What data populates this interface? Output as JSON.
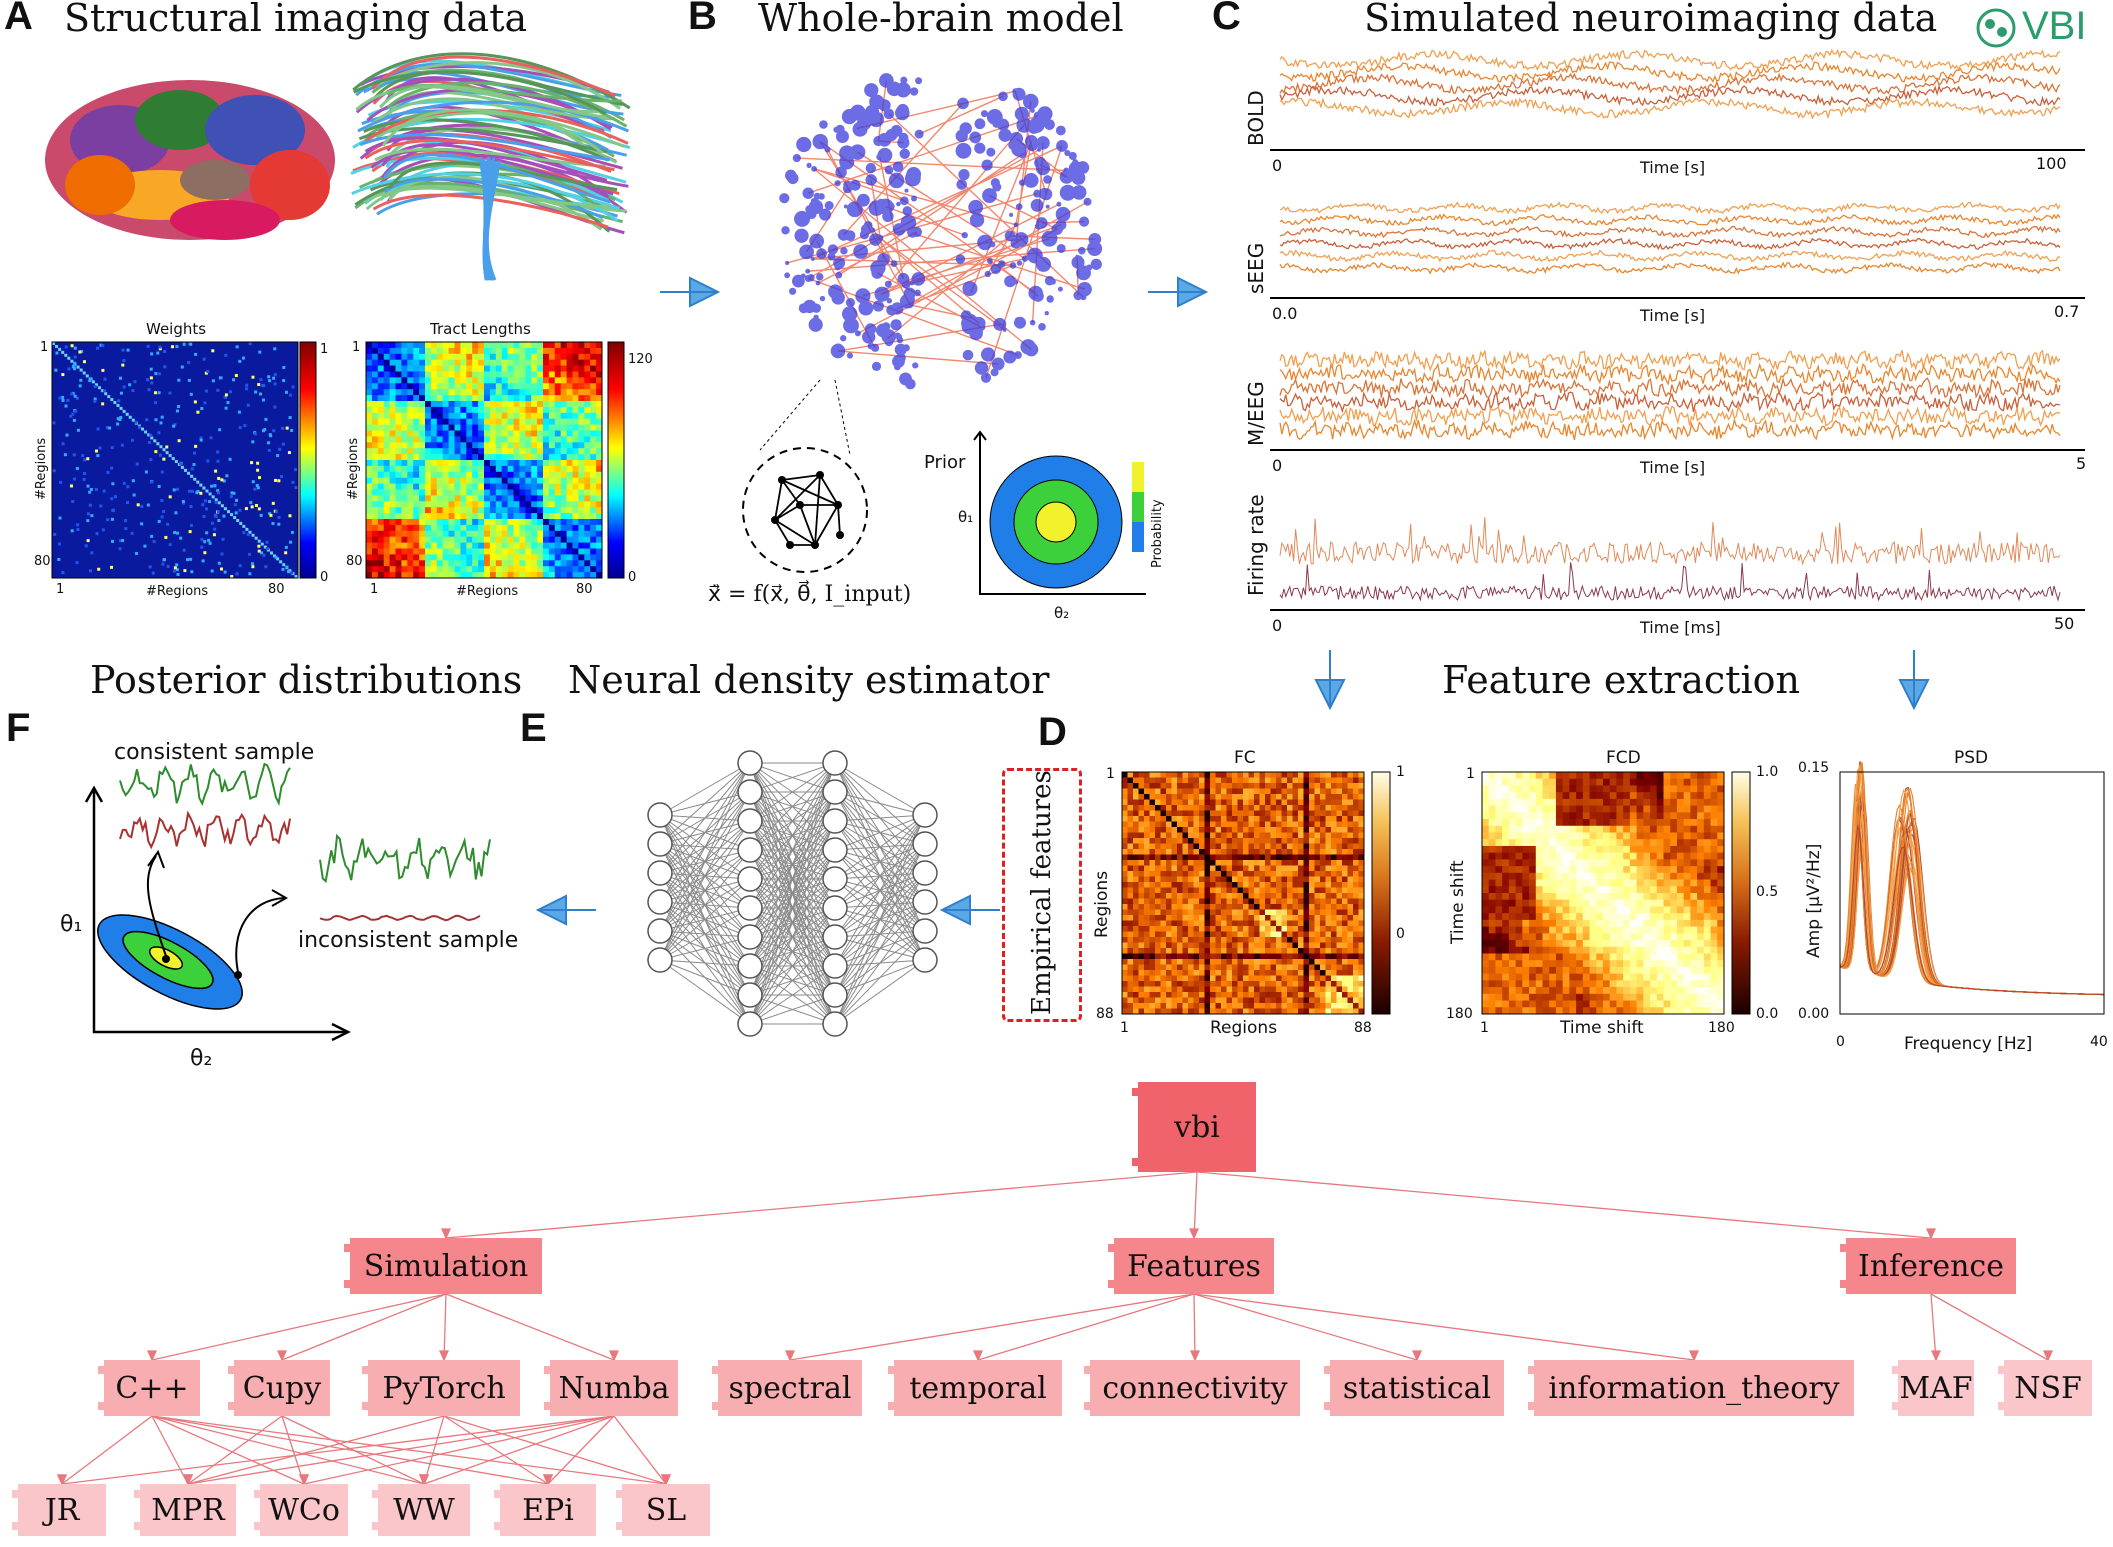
{
  "panels": {
    "A": {
      "letter": "A",
      "title": "Structural imaging data",
      "weights": {
        "title": "Weights",
        "xlabel": "#Regions",
        "ylabel": "#Regions",
        "tick_start": "1",
        "tick_end": "80",
        "cbar_max": "1",
        "cbar_min": "0"
      },
      "tracts": {
        "title": "Tract Lengths",
        "xlabel": "#Regions",
        "ylabel": "#Regions",
        "tick_start": "1",
        "tick_end": "80",
        "cbar_max": "120",
        "cbar_min": "0"
      }
    },
    "B": {
      "letter": "B",
      "title": "Whole-brain model",
      "prior_label": "Prior",
      "theta1": "θ₁",
      "theta2": "θ₂",
      "prob_label": "Probability",
      "equation": "x⃗̇ = f(x⃗, θ⃗, I_input)"
    },
    "C": {
      "letter": "C",
      "title": "Simulated neuroimaging data",
      "logo": "VBI",
      "rows": [
        {
          "ylabel": "BOLD",
          "x0": "0",
          "x1": "100",
          "xlabel": "Time [s]"
        },
        {
          "ylabel": "sEEG",
          "x0": "0.0",
          "x1": "0.7",
          "xlabel": "Time [s]"
        },
        {
          "ylabel": "M/EEG",
          "x0": "0",
          "x1": "5",
          "xlabel": "Time [s]"
        },
        {
          "ylabel": "Firing rate",
          "x0": "0",
          "x1": "50",
          "xlabel": "Time [ms]"
        }
      ]
    },
    "D": {
      "letter": "D",
      "feature_title": "Feature extraction",
      "empirical": "Empirical features",
      "fc": {
        "title": "FC",
        "xlabel": "Regions",
        "ylabel": "Regions",
        "tick_start": "1",
        "tick_end": "88",
        "cbar": [
          "1",
          "0"
        ]
      },
      "fcd": {
        "title": "FCD",
        "xlabel": "Time shift",
        "ylabel": "Time shift",
        "tick_start": "1",
        "tick_end": "180",
        "cbar": [
          "1.0",
          "0.5",
          "0.0"
        ]
      },
      "psd": {
        "title": "PSD",
        "xlabel": "Frequency [Hz]",
        "ylabel": "Amp [μV²/Hz]",
        "x0": "0",
        "x1": "40",
        "y0": "0.00",
        "y1": "0.15"
      }
    },
    "E": {
      "letter": "E",
      "title": "Neural density estimator"
    },
    "F": {
      "letter": "F",
      "title": "Posterior distributions",
      "consistent": "consistent sample",
      "inconsistent": "inconsistent sample",
      "theta1": "θ₁",
      "theta2": "θ₂"
    }
  },
  "tree": {
    "root": "vbi",
    "level1": [
      "Simulation",
      "Features",
      "Inference"
    ],
    "simulation_children": [
      "C++",
      "Cupy",
      "PyTorch",
      "Numba"
    ],
    "features_children": [
      "spectral",
      "temporal",
      "connectivity",
      "statistical",
      "information_theory"
    ],
    "inference_children": [
      "MAF",
      "NSF"
    ],
    "models": [
      "JR",
      "MPR",
      "WCo",
      "WW",
      "EPi",
      "SL"
    ]
  },
  "colors": {
    "arrow": "#5aa9e6",
    "edge": "#e8787e",
    "trace": "#e8872f",
    "brain_node": "#3b3bdc",
    "brain_edge": "#ef6a4a"
  }
}
